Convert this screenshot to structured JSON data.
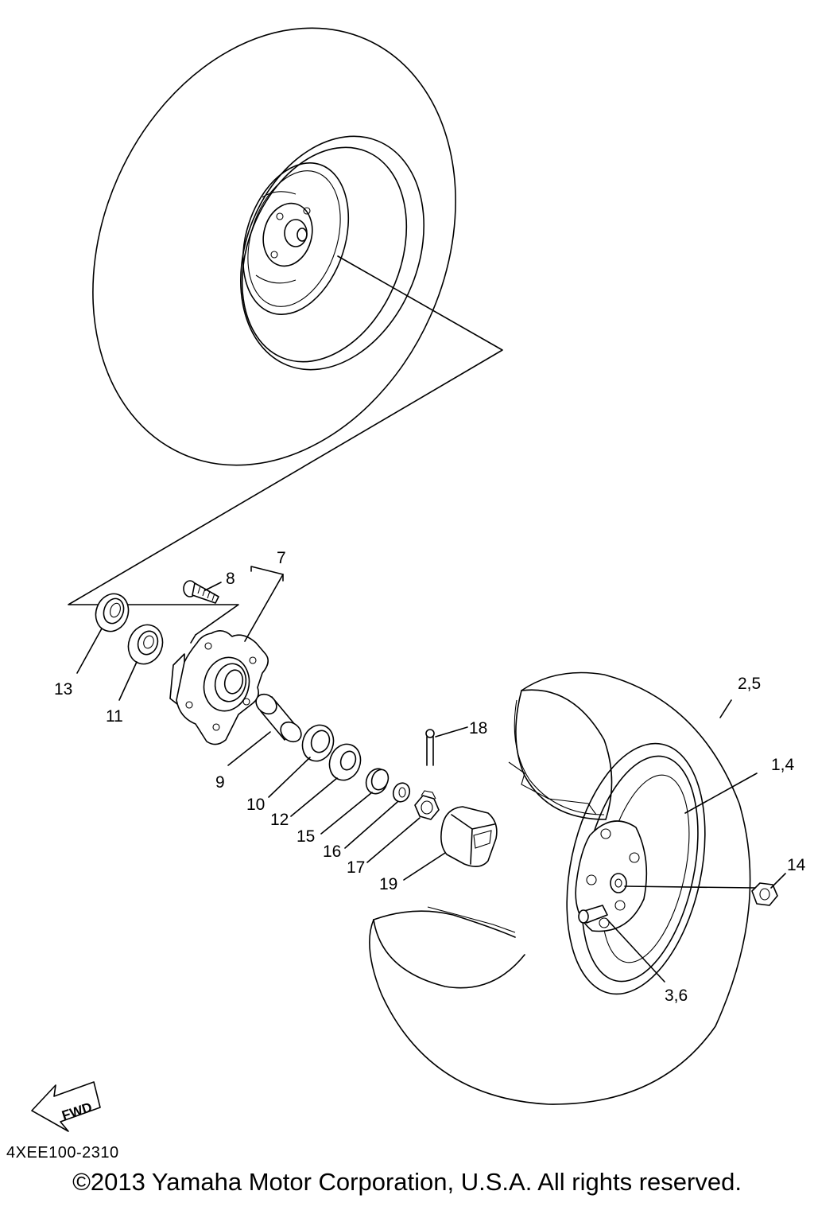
{
  "callouts": [
    {
      "id": "c7",
      "text": "7"
    },
    {
      "id": "c8",
      "text": "8"
    },
    {
      "id": "c13",
      "text": "13"
    },
    {
      "id": "c11",
      "text": "11"
    },
    {
      "id": "c9",
      "text": "9"
    },
    {
      "id": "c10",
      "text": "10"
    },
    {
      "id": "c12",
      "text": "12"
    },
    {
      "id": "c15",
      "text": "15"
    },
    {
      "id": "c16",
      "text": "16"
    },
    {
      "id": "c17",
      "text": "17"
    },
    {
      "id": "c18",
      "text": "18"
    },
    {
      "id": "c19",
      "text": "19"
    },
    {
      "id": "c25",
      "text": "2,5"
    },
    {
      "id": "c14a",
      "text": "1,4"
    },
    {
      "id": "c14",
      "text": "14"
    },
    {
      "id": "c36",
      "text": "3,6"
    }
  ],
  "fwd_label": "FWD",
  "diagram_code": "4XEE100-2310",
  "copyright": "©2013 Yamaha Motor Corporation, U.S.A. All rights reserved."
}
